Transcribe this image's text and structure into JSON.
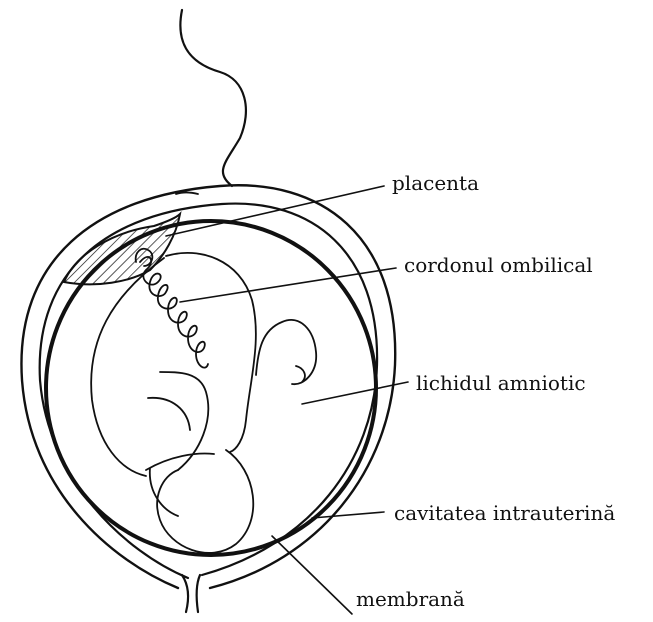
{
  "labels": {
    "placenta": "placenta",
    "umbilical_cord": "cordonul ombilical",
    "amniotic_fluid": "lichidul amniotic",
    "uterine_cavity": "cavitatea intrauterină",
    "membrane": "membrană"
  },
  "colors": {
    "ink": "#111111",
    "background": "#ffffff"
  }
}
